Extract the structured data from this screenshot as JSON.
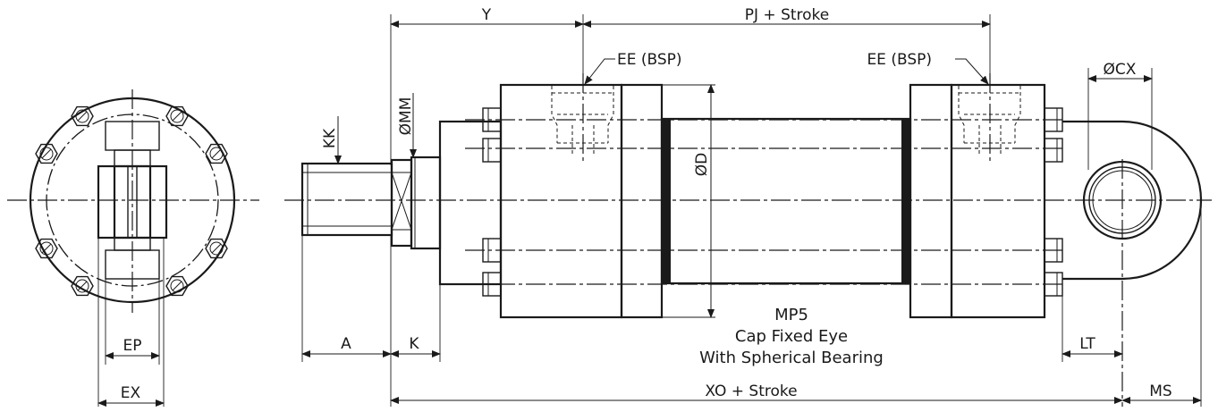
{
  "labels": {
    "y": "Y",
    "pj_stroke": "PJ + Stroke",
    "ee_left": "EE (BSP)",
    "ee_right": "EE (BSP)",
    "cx": "ØCX",
    "kk": "KK",
    "mm": "ØMM",
    "d": "ØD",
    "a": "A",
    "k": "K",
    "lt": "LT",
    "ep": "EP",
    "ex": "EX",
    "xo_stroke": "XO + Stroke",
    "ms": "MS"
  },
  "title": {
    "line1": "MP5",
    "line2": "Cap Fixed Eye",
    "line3": "With Spherical Bearing"
  }
}
